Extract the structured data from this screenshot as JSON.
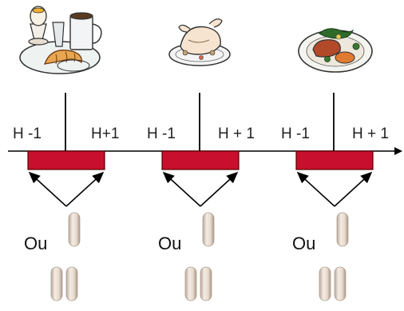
{
  "meals": [
    {
      "icon": "breakfast-icon",
      "label_before": "H -1",
      "label_after": "H+1",
      "alternative": "Ou"
    },
    {
      "icon": "roast-chicken-icon",
      "label_before": "H -1",
      "label_after": "H + 1",
      "alternative": "Ou"
    },
    {
      "icon": "dinner-plate-icon",
      "label_before": "H -1",
      "label_after": "H + 1",
      "alternative": "Ou"
    }
  ],
  "colors": {
    "window_fill": "#c8102e",
    "window_border": "#5a0000",
    "axis": "#000000",
    "pill": "#e8dcd0"
  },
  "pill_pattern": [
    "one-pill",
    "two-pills"
  ]
}
